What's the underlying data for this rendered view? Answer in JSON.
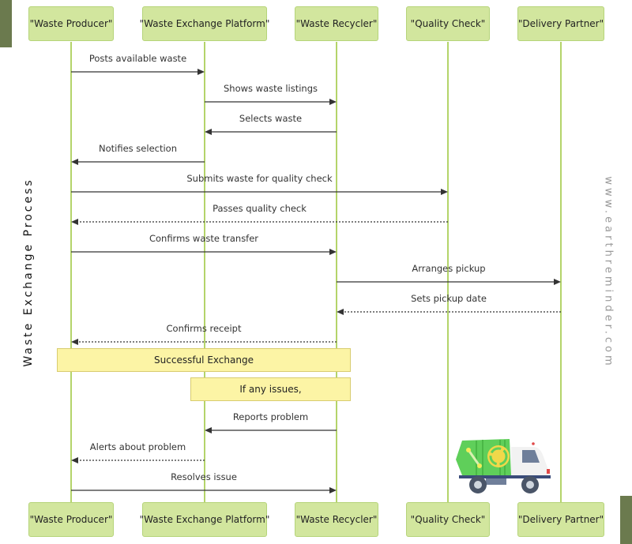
{
  "title": "Waste Exchange Process",
  "watermark": "www.earthreminder.com",
  "colors": {
    "actor_fill": "#d2e69e",
    "lifeline": "#b4d46a",
    "note_fill": "#fcf4a5",
    "corner_accent": "#6b7a4e",
    "arrow": "#333333"
  },
  "actors": [
    {
      "id": "producer",
      "label": "\"Waste Producer\""
    },
    {
      "id": "platform",
      "label": "\"Waste Exchange Platform\""
    },
    {
      "id": "recycler",
      "label": "\"Waste Recycler\""
    },
    {
      "id": "quality",
      "label": "\"Quality Check\""
    },
    {
      "id": "delivery",
      "label": "\"Delivery Partner\""
    }
  ],
  "messages": [
    {
      "from": "producer",
      "to": "platform",
      "label": "Posts available waste",
      "style": "solid"
    },
    {
      "from": "platform",
      "to": "recycler",
      "label": "Shows waste listings",
      "style": "solid"
    },
    {
      "from": "recycler",
      "to": "platform",
      "label": "Selects waste",
      "style": "solid"
    },
    {
      "from": "platform",
      "to": "producer",
      "label": "Notifies selection",
      "style": "solid"
    },
    {
      "from": "producer",
      "to": "quality",
      "label": "Submits waste for quality check",
      "style": "solid"
    },
    {
      "from": "quality",
      "to": "producer",
      "label": "Passes quality check",
      "style": "dashed"
    },
    {
      "from": "producer",
      "to": "recycler",
      "label": "Confirms waste transfer",
      "style": "solid"
    },
    {
      "from": "recycler",
      "to": "delivery",
      "label": "Arranges pickup",
      "style": "solid"
    },
    {
      "from": "delivery",
      "to": "recycler",
      "label": "Sets pickup date",
      "style": "dashed"
    },
    {
      "from": "recycler",
      "to": "producer",
      "label": "Confirms receipt",
      "style": "dashed"
    },
    {
      "from": "recycler",
      "to": "platform",
      "label": "Reports problem",
      "style": "solid"
    },
    {
      "from": "platform",
      "to": "producer",
      "label": "Alerts about problem",
      "style": "dashed"
    },
    {
      "from": "producer",
      "to": "recycler",
      "label": "Resolves issue",
      "style": "solid"
    }
  ],
  "notes": [
    {
      "label": "Successful Exchange",
      "over": [
        "producer",
        "recycler"
      ]
    },
    {
      "label": "If any issues,",
      "over": [
        "platform",
        "recycler"
      ]
    }
  ],
  "illustration": "garbage-truck-recycling"
}
